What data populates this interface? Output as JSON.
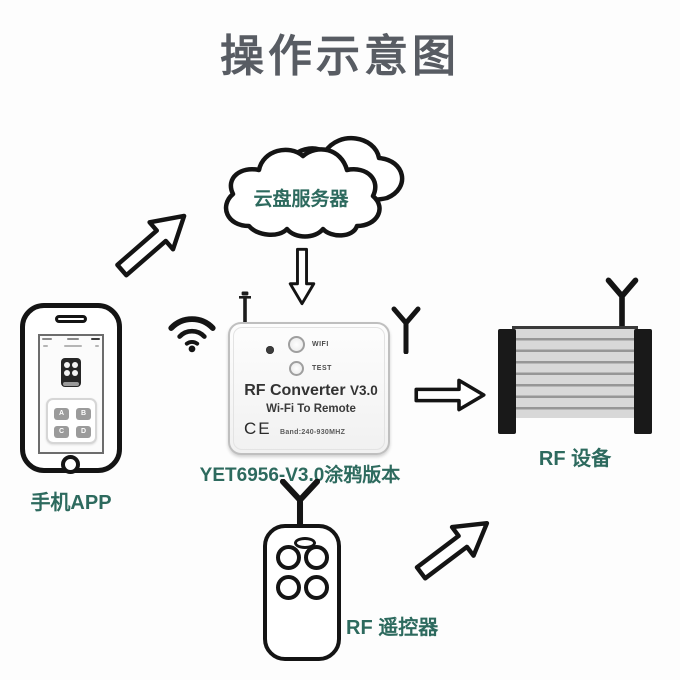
{
  "title": "操作示意图",
  "colors": {
    "accent_teal": "#2d6a5e",
    "title_gray": "#585c63",
    "outline_black": "#141414",
    "door_gray": "#d8d8d8"
  },
  "nodes": {
    "cloud": {
      "label": "云盘服务器"
    },
    "phone": {
      "label": "手机APP",
      "app_buttons": [
        "A",
        "B",
        "C",
        "D"
      ]
    },
    "converter": {
      "label": "YET6956-V3.0涂鸦版本",
      "name": "RF Converter",
      "version": "V3.0",
      "subtitle": "Wi-Fi To Remote",
      "ce_mark": "CE",
      "band": "Band:240-930MHZ",
      "button_wifi": "WIFI",
      "button_test": "TEST"
    },
    "rf_device": {
      "label": "RF 设备"
    },
    "remote": {
      "label": "RF 遥控器"
    }
  }
}
